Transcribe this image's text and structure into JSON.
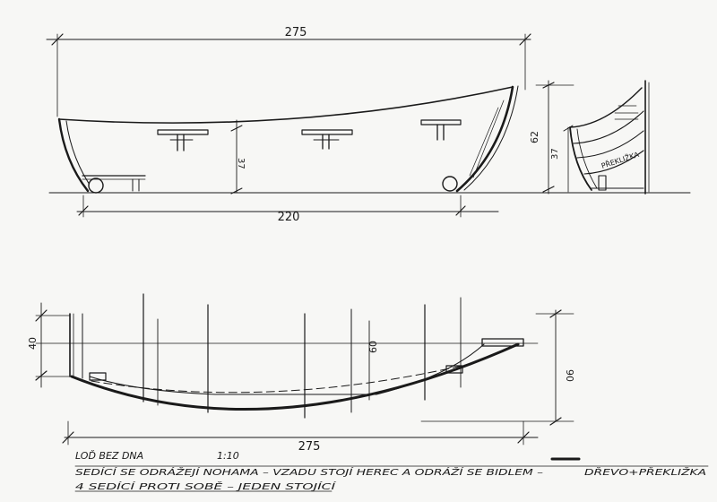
{
  "side_view": {
    "length_dim": "275",
    "keel_dim": "220",
    "height_mid_dim": "37"
  },
  "end_view": {
    "height_dim": "62",
    "inner_dim": "37",
    "material_label": "PŘEKLIŽKA"
  },
  "bottom_view": {
    "left_dim": "40",
    "mid_dim": "60",
    "right_dim": "90",
    "length_dim": "275"
  },
  "notes": {
    "title": "LOĎ BEZ DNA",
    "scale": "1:10",
    "line1": "SEDÍCÍ SE ODRÁŽEJÍ NOHAMA – VZADU STOJÍ HEREC A ODRÁŽÍ SE BIDLEM –",
    "line1_tail": "DŘEVO+PŘEKLIŽKA",
    "line2": "4 SEDÍCÍ PROTI SOBĚ – JEDEN STOJÍCÍ"
  },
  "colors": {
    "ink": "#1a1a1a",
    "paper": "#f7f7f5"
  }
}
